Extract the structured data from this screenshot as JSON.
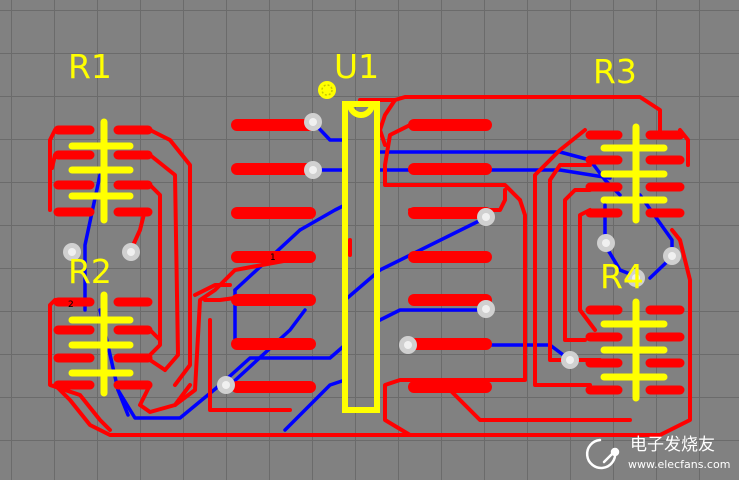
{
  "designators": {
    "r1": "R1",
    "r2": "R2",
    "r3": "R3",
    "r4": "R4",
    "u1": "U1"
  },
  "pin_markers": {
    "u1_pin1": "1",
    "r2_pin2": "2"
  },
  "watermark": {
    "brand": "电子发烧友",
    "url": "www.elecfans.com"
  },
  "colors": {
    "background": "#808080",
    "grid": "#6b6b6b",
    "top_layer": "#ff0000",
    "bottom_layer": "#0000ff",
    "silkscreen": "#ffff00",
    "via": "#c8c8c8"
  }
}
